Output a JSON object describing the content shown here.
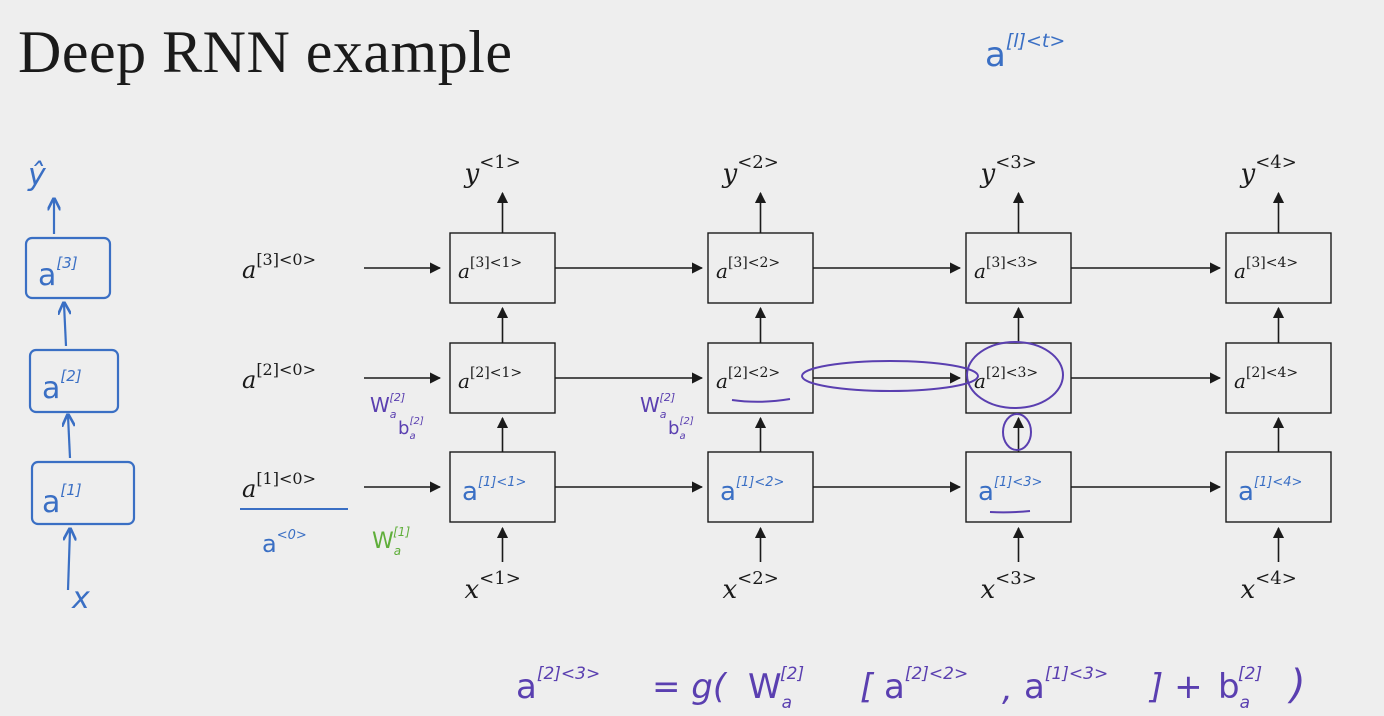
{
  "title": "Deep RNN example",
  "colors": {
    "ink": "#1a1a1a",
    "blue": "#3a6fc4",
    "purple": "#5a3fb0",
    "green": "#5fae3a"
  },
  "grid": {
    "input_labels": [
      {
        "base": "a",
        "sup": "[3]<0>"
      },
      {
        "base": "a",
        "sup": "[2]<0>"
      },
      {
        "base": "a",
        "sup": "[1]<0>"
      }
    ],
    "outputs": [
      {
        "base": "y",
        "sup": "<1>"
      },
      {
        "base": "y",
        "sup": "<2>"
      },
      {
        "base": "y",
        "sup": "<3>"
      },
      {
        "base": "y",
        "sup": "<4>"
      }
    ],
    "inputs": [
      {
        "base": "x",
        "sup": "<1>"
      },
      {
        "base": "x",
        "sup": "<2>"
      },
      {
        "base": "x",
        "sup": "<3>"
      },
      {
        "base": "x",
        "sup": "<4>"
      }
    ],
    "row3": [
      {
        "base": "a",
        "sup": "[3]<1>"
      },
      {
        "base": "a",
        "sup": "[3]<2>"
      },
      {
        "base": "a",
        "sup": "[3]<3>"
      },
      {
        "base": "a",
        "sup": "[3]<4>"
      }
    ],
    "row2": [
      {
        "base": "a",
        "sup": "[2]<1>"
      },
      {
        "base": "a",
        "sup": "[2]<2>"
      },
      {
        "base": "a",
        "sup": "[2]<3>"
      },
      {
        "base": "a",
        "sup": "[2]<4>"
      }
    ],
    "row1_handwritten": [
      {
        "base": "a",
        "sup": "[1]<1>"
      },
      {
        "base": "a",
        "sup": "[1]<2>"
      },
      {
        "base": "a",
        "sup": "[1]<3>"
      },
      {
        "base": "a",
        "sup": "[1]<4>"
      }
    ]
  },
  "annotations": {
    "top_right": {
      "base": "a",
      "sup": "[l]<t>"
    },
    "left_stack": {
      "y": "ŷ",
      "layers": [
        {
          "base": "a",
          "sup": "[3]"
        },
        {
          "base": "a",
          "sup": "[2]"
        },
        {
          "base": "a",
          "sup": "[1]"
        }
      ],
      "x": "x"
    },
    "a0": {
      "base": "a",
      "sup": "<0>"
    },
    "wa1": {
      "base": "W",
      "sub": "a",
      "sup": "[1]"
    },
    "wa2_left": {
      "line1": "W",
      "sub1": "a",
      "sup1": "[2]",
      "line2": "b",
      "sub2": "a",
      "sup2": "[2]"
    },
    "wa2_mid": {
      "line1": "W",
      "sub1": "a",
      "sup1": "[2]",
      "line2": "b",
      "sub2": "a",
      "sup2": "[2]"
    },
    "equation": {
      "lhs_base": "a",
      "lhs_sup": "[2]<3>",
      "eq": "= g(",
      "w_base": "W",
      "w_sub": "a",
      "w_sup": "[2]",
      "open": "[",
      "arg1_base": "a",
      "arg1_sup": "[2]<2>",
      "comma": ",",
      "arg2_base": "a",
      "arg2_sup": "[1]<3>",
      "close": "] +",
      "b_base": "b",
      "b_sub": "a",
      "b_sup": "[2]",
      "end": ")"
    }
  }
}
